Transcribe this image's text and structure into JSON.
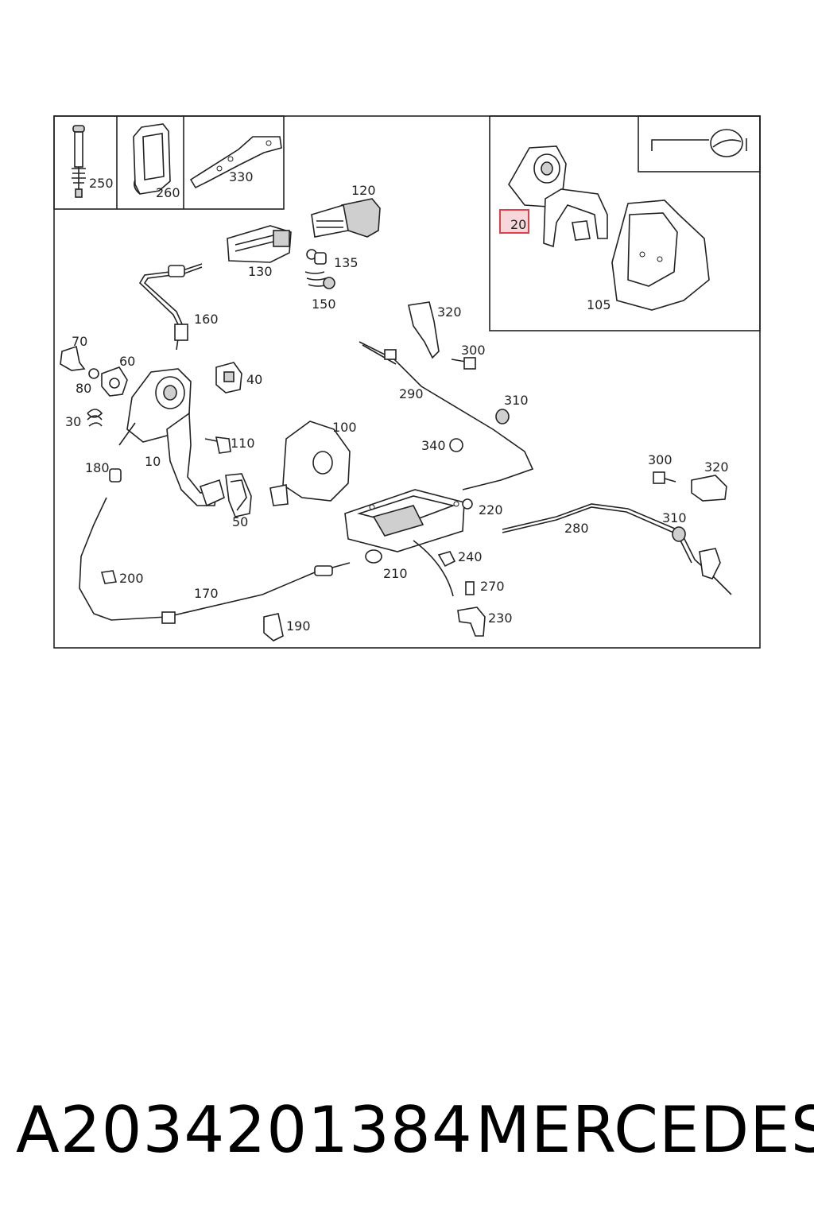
{
  "diagram": {
    "labels": {
      "l10": "10",
      "l20": "20",
      "l30": "30",
      "l40": "40",
      "l50": "50",
      "l60": "60",
      "l70": "70",
      "l80": "80",
      "l100": "100",
      "l105": "105",
      "l110": "110",
      "l120": "120",
      "l130": "130",
      "l135": "135",
      "l150": "150",
      "l160": "160",
      "l170": "170",
      "l180": "180",
      "l190": "190",
      "l200": "200",
      "l210": "210",
      "l220": "220",
      "l230": "230",
      "l240": "240",
      "l250": "250",
      "l260": "260",
      "l270": "270",
      "l280": "280",
      "l290": "290",
      "l300a": "300",
      "l300b": "300",
      "l310a": "310",
      "l310b": "310",
      "l320a": "320",
      "l320b": "320",
      "l330": "330",
      "l340": "340"
    },
    "highlight_color": "#e0404a"
  },
  "caption": {
    "part_number": "A2034201384",
    "brand": "MERCEDES"
  }
}
